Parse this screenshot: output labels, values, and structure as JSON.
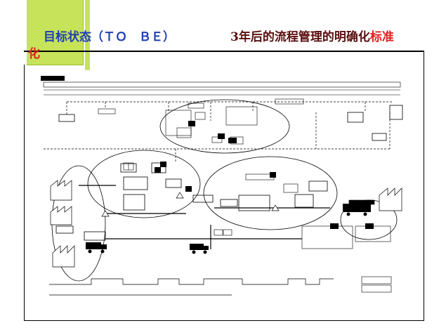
{
  "title": {
    "state": "目标状态（ＴＯ　ＢＥ）",
    "goal_prefix": "3年后的流程管理的明确化",
    "goal_highlight": "标准",
    "goal_tail": "化"
  },
  "colors": {
    "state_text": "#1f3fb0",
    "goal_text": "#5a0f0f",
    "highlight_text": "#e02020",
    "accent_green": "#c6e35a",
    "accent_green_dark": "#9bbf2a"
  },
  "icons": [
    "factory-icon",
    "truck-icon",
    "kanban-icon",
    "supermarket-icon",
    "inventory-triangle-icon"
  ]
}
